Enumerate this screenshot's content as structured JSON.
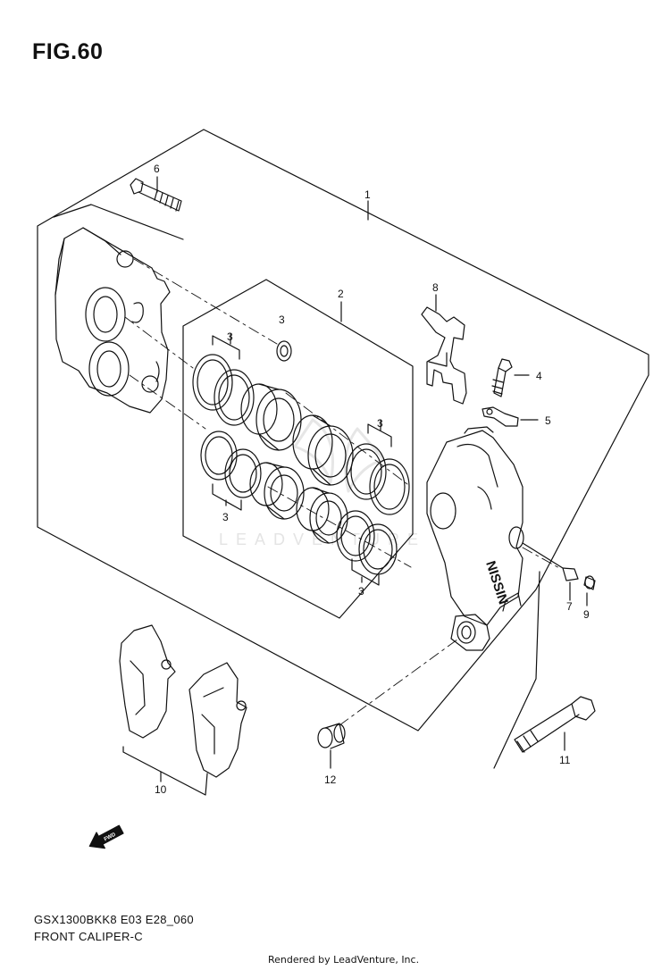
{
  "figure": {
    "title": "FIG.60"
  },
  "callouts": {
    "c1": "1",
    "c2": "2",
    "c3a": "3",
    "c3b": "3",
    "c3c": "3",
    "c3d": "3",
    "c3e": "3",
    "c4": "4",
    "c5": "5",
    "c6": "6",
    "c7": "7",
    "c8": "8",
    "c9": "9",
    "c10": "10",
    "c11": "11",
    "c12": "12"
  },
  "caliper_marking": "NISSIN",
  "direction_arrow": {
    "label": "FWD",
    "icon": "fwd-arrow-icon"
  },
  "watermark": "LEADVENTURE",
  "footer": {
    "code": "GSX1300BKK8 E03 E28_060",
    "name": "FRONT CALIPER-C",
    "rendered_by": "Rendered by LeadVenture, Inc."
  },
  "colors": {
    "line": "#111111",
    "background": "#ffffff",
    "watermark": "#e4e4e4"
  }
}
